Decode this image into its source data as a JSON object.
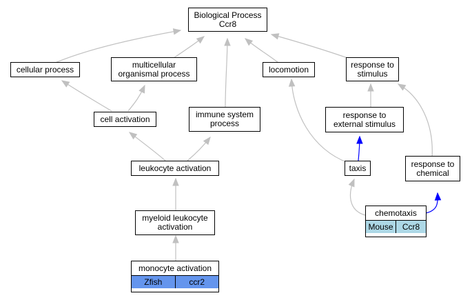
{
  "colors": {
    "edge_gray": "#c0c0c0",
    "edge_blue": "#0000ff",
    "mouse_fill": "#add8e6",
    "zfish_fill": "#6495ed"
  },
  "nodes": {
    "bp": "Biological Process\nCcr8",
    "cellular": "cellular process",
    "multicellular": "multicellular\norganismal process",
    "locomotion": "locomotion",
    "response_stimulus": "response to\nstimulus",
    "cell_activation": "cell activation",
    "immune": "immune system\nprocess",
    "response_external": "response to\nexternal stimulus",
    "leukocyte": "leukocyte activation",
    "taxis": "taxis",
    "response_chemical": "response to\nchemical",
    "myeloid": "myeloid leukocyte\nactivation",
    "chemotaxis": {
      "title": "chemotaxis",
      "species": "Mouse",
      "gene": "Ccr8"
    },
    "monocyte": {
      "title": "monocyte activation",
      "species": "Zfish",
      "gene": "ccr2"
    }
  }
}
